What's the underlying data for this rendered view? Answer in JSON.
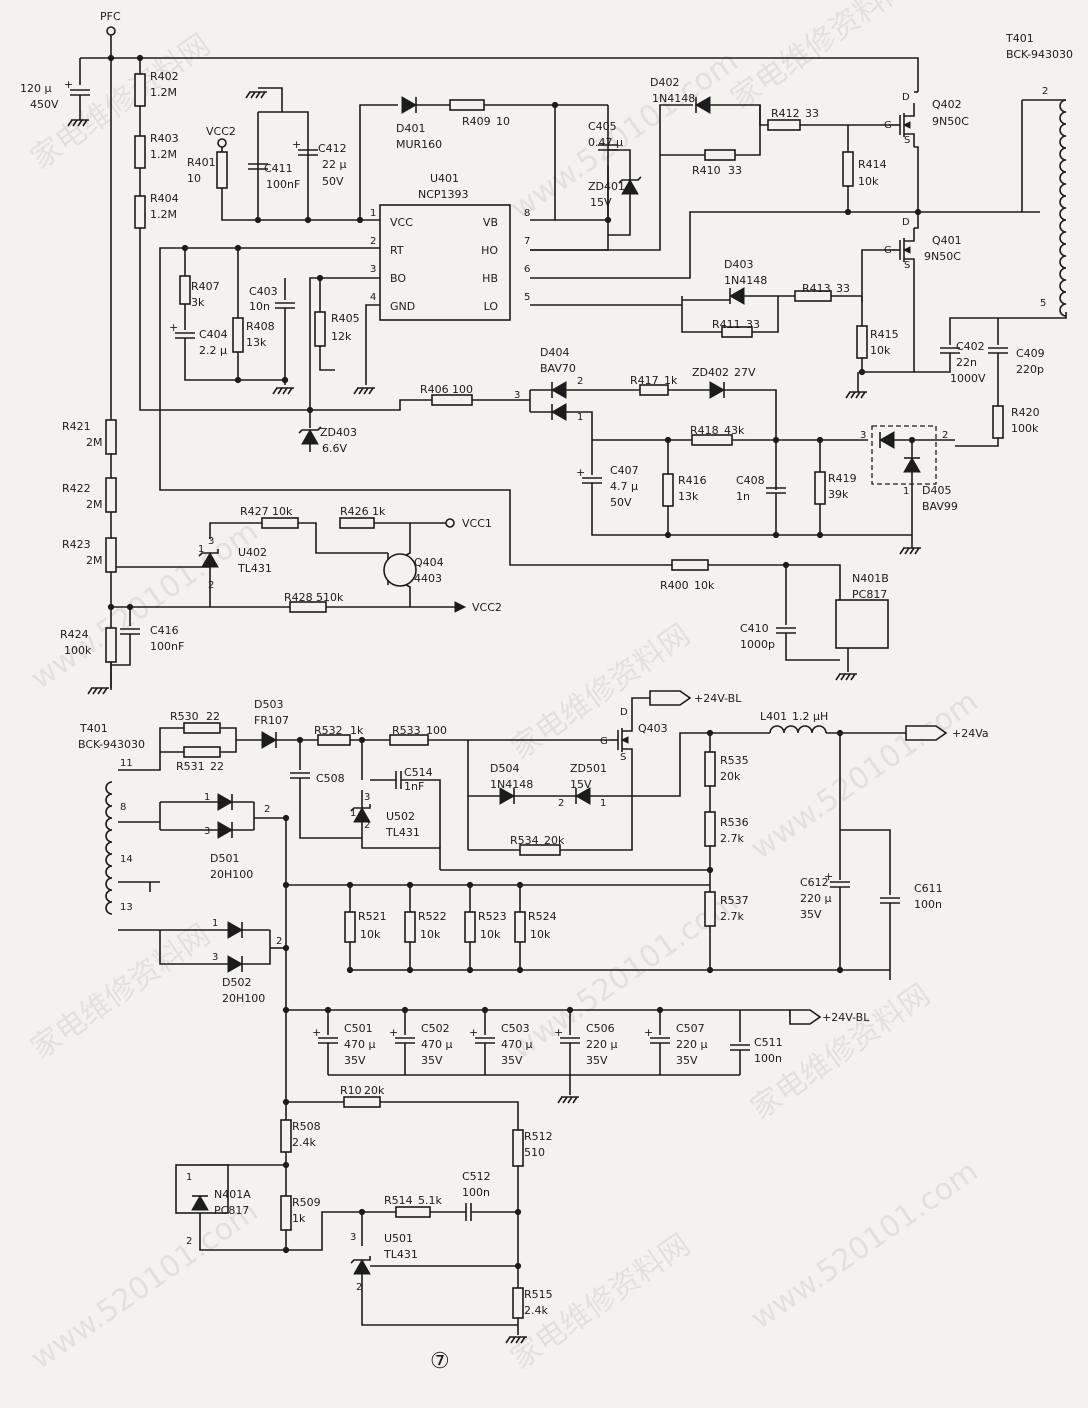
{
  "page_number": "⑦",
  "watermark": {
    "cn": "家电维修资料网",
    "url": "www.520101.com"
  },
  "labels": {
    "PFC": "PFC",
    "C_in": "120 μ",
    "C_in_v": "450V",
    "R402": "R402",
    "R402v": "1.2M",
    "R403": "R403",
    "R403v": "1.2M",
    "R404": "R404",
    "R404v": "1.2M",
    "VCC2_top": "VCC2",
    "R401": "R401",
    "R401v": "10",
    "C411": "C411",
    "C411v": "100nF",
    "C412": "C412",
    "C412v": "22 μ",
    "C412v2": "50V",
    "D401": "D401",
    "D401v": "MUR160",
    "R409": "R409",
    "R409v": "10",
    "U401": "U401",
    "U401v": "NCP1393",
    "pin1": "1",
    "pin2": "2",
    "pin3": "3",
    "pin4": "4",
    "pin5": "5",
    "pin6": "6",
    "pin7": "7",
    "pin8": "8",
    "VCC": "VCC",
    "RT": "RT",
    "BO": "BO",
    "GND": "GND",
    "VB": "VB",
    "HO": "HO",
    "HB": "HB",
    "LO": "LO",
    "C405": "C405",
    "C405v": "0.47 μ",
    "ZD401": "ZD401",
    "ZD401v": "15V",
    "D402": "D402",
    "D402v": "1N4148",
    "R412": "R412",
    "R412v": "33",
    "R410": "R410",
    "R410v": "33",
    "R414": "R414",
    "R414v": "10k",
    "Q402": "Q402",
    "Q402v": "9N50C",
    "Q401": "Q401",
    "Q401v": "9N50C",
    "T401_top": "T401",
    "T401_top_v": "BCK-943030",
    "T2": "2",
    "T5": "5",
    "D403": "D403",
    "D403v": "1N4148",
    "R413": "R413",
    "R413v": "33",
    "R411": "R411",
    "R411v": "33",
    "R415": "R415",
    "R415v": "10k",
    "R407": "R407",
    "R407v": "3k",
    "C403": "C403",
    "C403v": "10n",
    "R408": "R408",
    "R408v": "13k",
    "C404": "C404",
    "C404v": "2.2 μ",
    "R405": "R405",
    "R405v": "12k",
    "C402": "C402",
    "C402v": "22n",
    "C402v2": "1000V",
    "C409": "C409",
    "C409v": "220p",
    "R420": "R420",
    "R420v": "100k",
    "D404": "D404",
    "D404v": "BAV70",
    "R417": "R417",
    "R417v": "1k",
    "ZD402": "ZD402",
    "ZD402v": "27V",
    "R406": "R406",
    "R406v": "100",
    "ZD403": "ZD403",
    "ZD403v": "6.6V",
    "R418": "R418",
    "R418v": "43k",
    "C407": "C407",
    "C407v": "4.7 μ",
    "C407v2": "50V",
    "R416": "R416",
    "R416v": "13k",
    "C408": "C408",
    "C408v": "1n",
    "R419": "R419",
    "R419v": "39k",
    "D405": "D405",
    "D405v": "BAV99",
    "R421": "R421",
    "R421v": "2M",
    "R422": "R422",
    "R422v": "2M",
    "R423": "R423",
    "R423v": "2M",
    "R424": "R424",
    "R424v": "100k",
    "R427": "R427",
    "R427v": "10k",
    "R426": "R426",
    "R426v": "1k",
    "VCC1": "VCC1",
    "U402": "U402",
    "U402v": "TL431",
    "Q404": "Q404",
    "Q404v": "4403",
    "R428": "R428",
    "R428v": "510k",
    "VCC2_out": "VCC2",
    "C416": "C416",
    "C416v": "100nF",
    "R400": "R400",
    "R400v": "10k",
    "N401B": "N401B",
    "N401Bv": "PC817",
    "C410": "C410",
    "C410v": "1000p",
    "P24BL_top": "+24V-BL",
    "T401_bot": "T401",
    "T401_bot_v": "BCK-943030",
    "T11": "11",
    "T8": "8",
    "T14": "14",
    "T13": "13",
    "R530": "R530",
    "R530v": "22",
    "R531": "R531",
    "R531v": "22",
    "D503": "D503",
    "D503v": "FR107",
    "R532": "R532",
    "R532v": "1k",
    "R533": "R533",
    "R533v": "100",
    "Q403": "Q403",
    "L401": "L401",
    "L401v": "1.2 μH",
    "P24a": "+24Va",
    "C508": "C508",
    "C514": "C514",
    "C514v": "1nF",
    "U502": "U502",
    "U502v": "TL431",
    "D504": "D504",
    "D504v": "1N4148",
    "ZD501": "ZD501",
    "ZD501v": "15V",
    "R534": "R534",
    "R534v": "20k",
    "R535": "R535",
    "R535v": "20k",
    "R536": "R536",
    "R536v": "2.7k",
    "R537": "R537",
    "R537v": "2.7k",
    "C612": "C612",
    "C612v": "220 μ",
    "C612v2": "35V",
    "C611": "C611",
    "C611v": "100n",
    "D501": "D501",
    "D501v": "20H100",
    "D502": "D502",
    "D502v": "20H100",
    "R521": "R521",
    "R521v": "10k",
    "R522": "R522",
    "R522v": "10k",
    "R523": "R523",
    "R523v": "10k",
    "R524": "R524",
    "R524v": "10k",
    "C501": "C501",
    "C501v": "470 μ",
    "C501v2": "35V",
    "C502": "C502",
    "C502v": "470 μ",
    "C502v2": "35V",
    "C503": "C503",
    "C503v": "470 μ",
    "C503v2": "35V",
    "C506": "C506",
    "C506v": "220 μ",
    "C506v2": "35V",
    "C507": "C507",
    "C507v": "220 μ",
    "C507v2": "35V",
    "C511": "C511",
    "C511v": "100n",
    "P24BL_bot": "+24V-BL",
    "R10": "R10",
    "R10v": "20k",
    "R508": "R508",
    "R508v": "2.4k",
    "R512": "R512",
    "R512v": "510",
    "N401A": "N401A",
    "N401Av": "PC817",
    "R509": "R509",
    "R509v": "1k",
    "R514": "R514",
    "R514v": "5.1k",
    "C512": "C512",
    "C512v": "100n",
    "U501": "U501",
    "U501v": "TL431",
    "R515": "R515",
    "R515v": "2.4k",
    "S": "S",
    "G": "G",
    "D": "D",
    "Dn1": "1",
    "Dn2": "2",
    "Dn3": "3"
  }
}
